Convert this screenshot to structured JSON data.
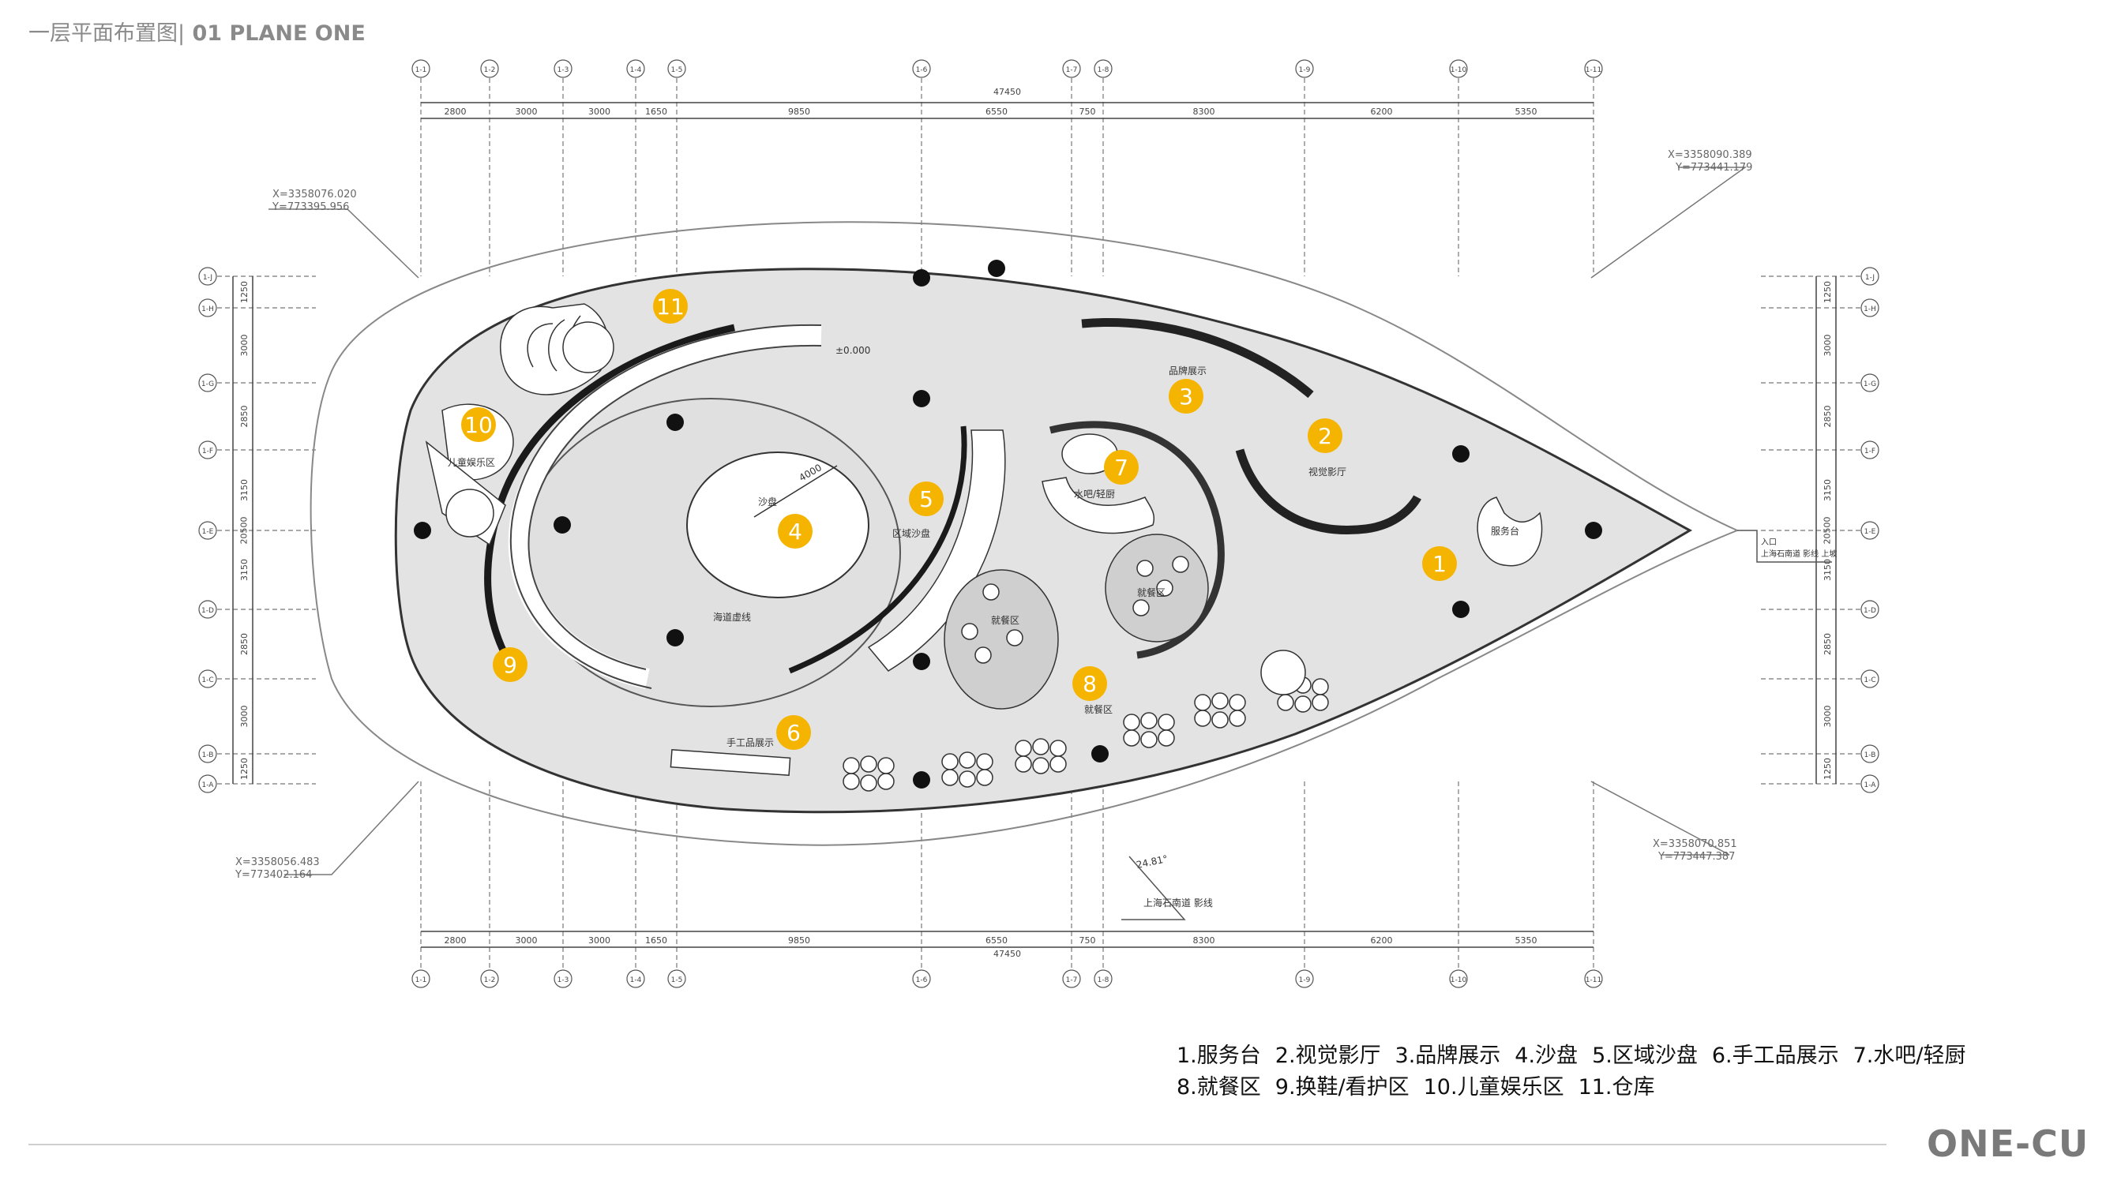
{
  "header": {
    "title_cn": "一层平面布置图|",
    "title_en": " 01 PLANE ONE"
  },
  "grid": {
    "axes_top": [
      "1-1",
      "1-2",
      "1-3",
      "1-4",
      "1-5",
      "1-6",
      "1-7",
      "1-8",
      "1-9",
      "1-10",
      "1-11"
    ],
    "axes_side": [
      "1-J",
      "1-H",
      "1-G",
      "1-F",
      "1-E",
      "1-D",
      "1-C",
      "1-B",
      "1-A"
    ],
    "dims_horizontal": [
      "2800",
      "3000",
      "3000",
      "1650",
      "9850",
      "6550",
      "750",
      "8300",
      "6200",
      "5350"
    ],
    "dim_total_horizontal": "47450",
    "dims_vertical": [
      "1250",
      "3000",
      "2850",
      "3150",
      "3150",
      "2850",
      "3000",
      "1250"
    ],
    "dim_total_vertical": "20500"
  },
  "coordinates": {
    "top_left": [
      "X=3358076.020",
      "Y=773395.956"
    ],
    "top_right": [
      "X=3358090.389",
      "Y=773441.179"
    ],
    "bottom_left": [
      "X=3358056.483",
      "Y=773402.164"
    ],
    "bottom_right": [
      "X=3358070.851",
      "Y=773447.387"
    ]
  },
  "plan_labels": {
    "service_desk": "服务台",
    "visual_theater": "视觉影厅",
    "brand_display": "品牌展示",
    "sand_table": "沙盘",
    "sand_dim": "4000",
    "zone_sand_table": "区域沙盘",
    "bar_kitchen": "水吧/轻厨",
    "dining_1": "就餐区",
    "dining_2": "就餐区",
    "dining_3": "就餐区",
    "kids_area": "儿童娱乐区",
    "craft_display": "手工品展示",
    "sea_line": "海道虚线",
    "level": "±0.000",
    "angle": "24.81°",
    "road_note": "上海石南道 影线",
    "entrance": "入口",
    "entrance_note": "上海石南道 影线 上坡"
  },
  "markers": [
    "1",
    "2",
    "3",
    "4",
    "5",
    "6",
    "7",
    "8",
    "9",
    "10",
    "11"
  ],
  "legend": {
    "row1": [
      "1.服务台",
      "2.视觉影厅",
      "3.品牌展示",
      "4.沙盘",
      "5.区域沙盘",
      "6.手工品展示",
      "7.水吧/轻厨"
    ],
    "row2": [
      "8.就餐区",
      "9.换鞋/看护区",
      "10.儿童娱乐区",
      "11.仓库"
    ]
  },
  "brand": "ONE-CU",
  "colors": {
    "marker": "#f5b400",
    "floor": "#e3e3e3",
    "line": "#555555",
    "title": "#8a8a8a"
  }
}
